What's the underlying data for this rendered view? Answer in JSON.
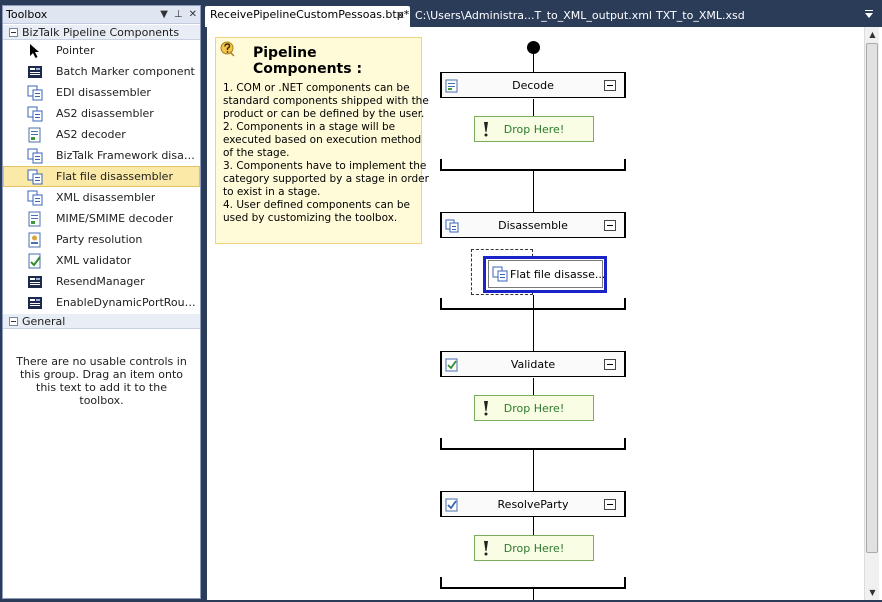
{
  "toolbox": {
    "title": "Toolbox",
    "header_buttons": [
      "▼",
      "⊥",
      "✕"
    ],
    "groups": [
      {
        "label": "BizTalk Pipeline Components",
        "items": [
          {
            "label": "Pointer",
            "icon": "pointer-icon"
          },
          {
            "label": "Batch Marker component",
            "icon": "component-icon"
          },
          {
            "label": "EDI disassembler",
            "icon": "disassembler-icon"
          },
          {
            "label": "AS2 disassembler",
            "icon": "disassembler-icon"
          },
          {
            "label": "AS2 decoder",
            "icon": "decoder-icon"
          },
          {
            "label": "BizTalk Framework disasse...",
            "icon": "disassembler-icon"
          },
          {
            "label": "Flat file disassembler",
            "icon": "disassembler-icon",
            "selected": true
          },
          {
            "label": "XML disassembler",
            "icon": "disassembler-icon"
          },
          {
            "label": "MIME/SMIME decoder",
            "icon": "decoder-icon"
          },
          {
            "label": "Party resolution",
            "icon": "resolver-icon"
          },
          {
            "label": "XML validator",
            "icon": "validator-icon"
          },
          {
            "label": "ResendManager",
            "icon": "component-icon"
          },
          {
            "label": "EnableDynamicPortRouting",
            "icon": "component-icon"
          }
        ]
      },
      {
        "label": "General",
        "empty_text": "There are no usable controls in this group. Drag an item onto this text to add it to the toolbox."
      }
    ]
  },
  "tabs": [
    {
      "label": "ReceivePipelineCustomPessoas.btp*",
      "active": true
    },
    {
      "label": "C:\\Users\\Administra...T_to_XML_output.xml",
      "active": false
    },
    {
      "label": "TXT_to_XML.xsd",
      "active": false
    }
  ],
  "info": {
    "title_line1": "Pipeline",
    "title_line2": "Components :",
    "lines": [
      "1. COM or .NET components can be",
      "standard components shipped with the",
      "product or can be defined by the user.",
      "2. Components in a stage will be",
      "executed based on execution method",
      "of the stage.",
      "3. Components have to implement the",
      "category supported by a stage in order",
      "to exist in a stage.",
      "4. User defined components can be",
      "used by customizing the toolbox."
    ]
  },
  "stages": [
    {
      "name": "Decode",
      "drop_text": "Drop Here!"
    },
    {
      "name": "Disassemble",
      "component": "Flat file disasse..."
    },
    {
      "name": "Validate",
      "drop_text": "Drop Here!"
    },
    {
      "name": "ResolveParty",
      "drop_text": "Drop Here!"
    }
  ],
  "colors": {
    "frame": "#2b3c59",
    "selection_highlight": "#fbe9a8",
    "drop_zone_bg": "#f8fde4",
    "drop_zone_text": "#2e7a2e",
    "component_selection": "#1923c8",
    "info_bg": "#fffbd9"
  }
}
